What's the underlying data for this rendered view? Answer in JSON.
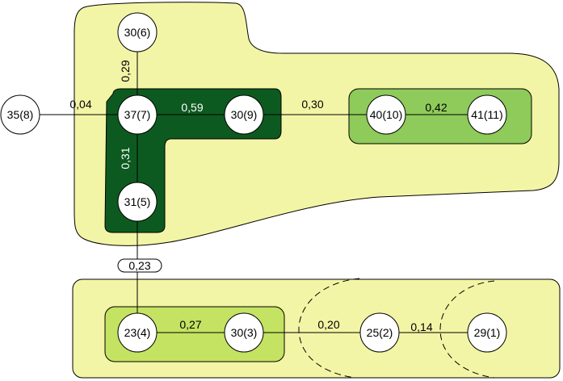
{
  "nodes": [
    {
      "id": "n6",
      "label": "30(6)"
    },
    {
      "id": "n8",
      "label": "35(8)"
    },
    {
      "id": "n7",
      "label": "37(7)"
    },
    {
      "id": "n9",
      "label": "30(9)"
    },
    {
      "id": "n10",
      "label": "40(10)"
    },
    {
      "id": "n11",
      "label": "41(11)"
    },
    {
      "id": "n5",
      "label": "31(5)"
    },
    {
      "id": "n4",
      "label": "23(4)"
    },
    {
      "id": "n3",
      "label": "30(3)"
    },
    {
      "id": "n2",
      "label": "25(2)"
    },
    {
      "id": "n1",
      "label": "29(1)"
    }
  ],
  "edges": [
    {
      "from": "n7",
      "to": "n6",
      "label": "0,29"
    },
    {
      "from": "n8",
      "to": "n7",
      "label": "0,04"
    },
    {
      "from": "n7",
      "to": "n9",
      "label": "0,59"
    },
    {
      "from": "n9",
      "to": "n10",
      "label": "0,30"
    },
    {
      "from": "n10",
      "to": "n11",
      "label": "0,42"
    },
    {
      "from": "n7",
      "to": "n5",
      "label": "0,31"
    },
    {
      "from": "n5",
      "to": "n4",
      "label": "0,23"
    },
    {
      "from": "n4",
      "to": "n3",
      "label": "0,27"
    },
    {
      "from": "n3",
      "to": "n2",
      "label": "0,20"
    },
    {
      "from": "n2",
      "to": "n1",
      "label": "0,14"
    }
  ],
  "colors": {
    "outer_cluster": "#f3f5a6",
    "dark_cluster": "#0d5a20",
    "medium_cluster": "#8ecb5a",
    "light_cluster": "#c4e362",
    "node_fill": "#ffffff",
    "stroke": "#000000"
  }
}
